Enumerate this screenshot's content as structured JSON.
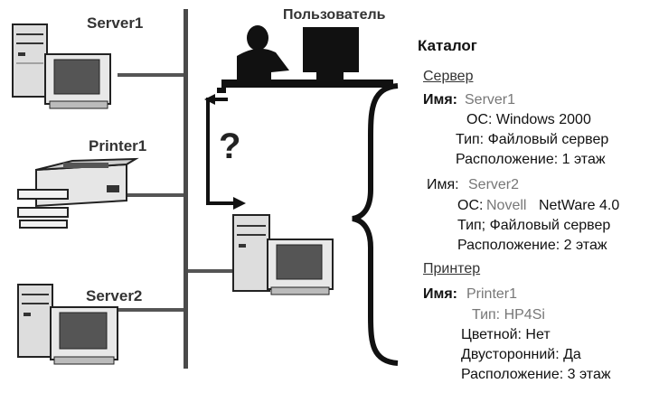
{
  "labels": {
    "server1": "Server1",
    "printer1": "Printer1",
    "server2": "Server2",
    "user": "Пользователь",
    "question": "?"
  },
  "catalog": {
    "title": "Каталог",
    "server_section": "Сервер",
    "printer_section": "Принтер",
    "entries": [
      {
        "name_label": "Имя:",
        "name": "Server1",
        "os": "ОС: Windows 2000",
        "type": "Тип: Файловый сервер",
        "location": "Расположение: 1 этаж"
      },
      {
        "name_label": "Имя:",
        "name": "Server2",
        "os_prefix": "ОС:",
        "os_vendor": "Novell",
        "os_product": "NetWare 4.0",
        "type": "Тип; Файловый сервер",
        "location": "Расположение: 2 этаж"
      }
    ],
    "printer": {
      "name_label": "Имя:",
      "name": "Printer1",
      "type": "Тип: HP4Si",
      "color": "Цветной: Нет",
      "duplex": "Двусторонний: Да",
      "location": "Расположение: 3 этаж"
    }
  },
  "colors": {
    "ink": "#1a1a1a",
    "gray_text": "#777777",
    "machine_fill": "#d9d9d9"
  }
}
